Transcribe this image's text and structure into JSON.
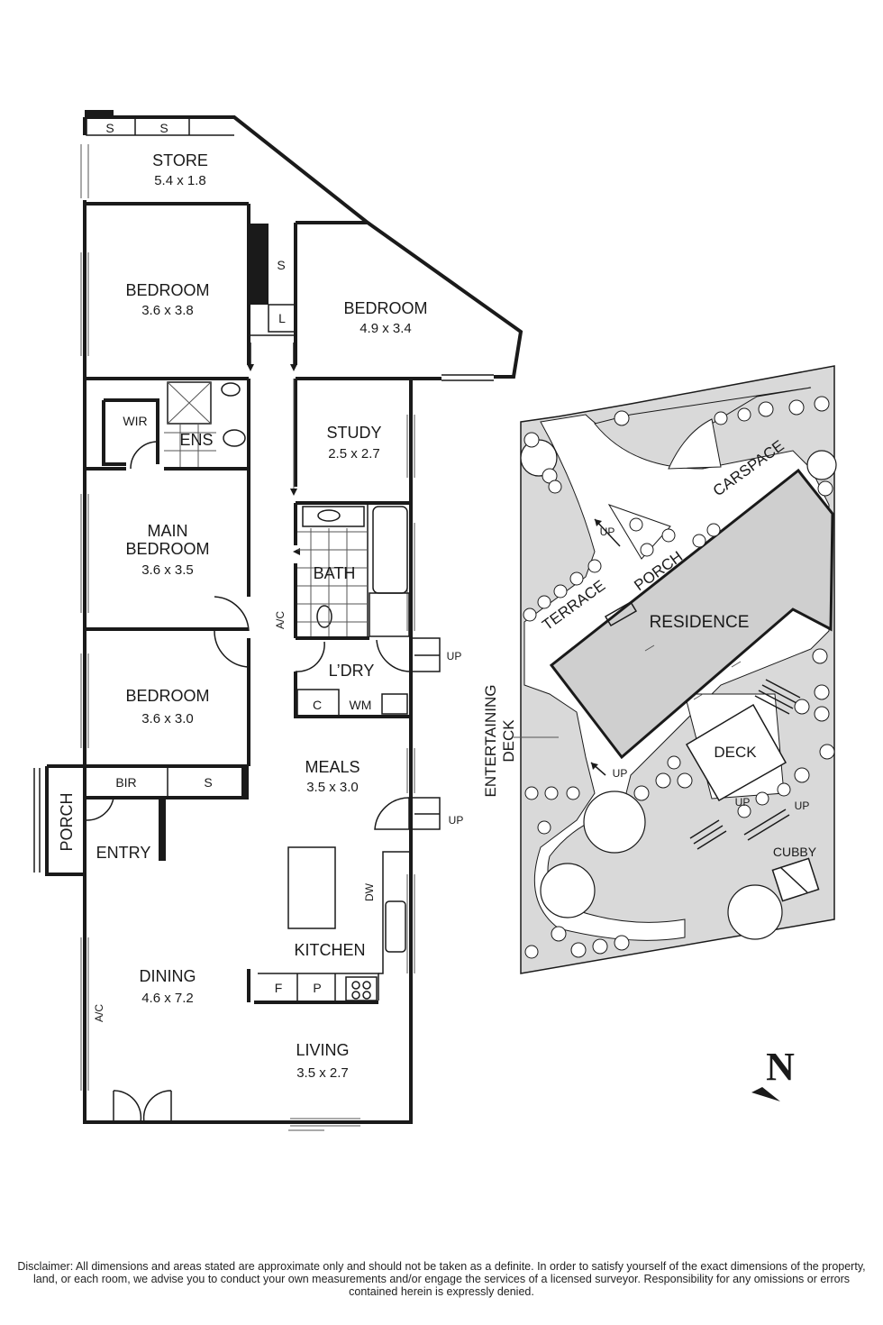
{
  "rooms": {
    "store": {
      "name": "STORE",
      "dims": "5.4 x 1.8"
    },
    "bedroom_nw": {
      "name": "BEDROOM",
      "dims": "3.6 x 3.8"
    },
    "bedroom_ne": {
      "name": "BEDROOM",
      "dims": "4.9 x 3.4"
    },
    "wir": {
      "name": "WIR"
    },
    "ens": {
      "name": "ENS"
    },
    "study": {
      "name": "STUDY",
      "dims": "2.5 x 2.7"
    },
    "main_bedroom": {
      "name_line1": "MAIN",
      "name_line2": "BEDROOM",
      "dims": "3.6 x 3.5"
    },
    "bath": {
      "name": "BATH"
    },
    "laundry": {
      "name": "L’DRY"
    },
    "bedroom_sw": {
      "name": "BEDROOM",
      "dims": "3.6 x 3.0"
    },
    "meals": {
      "name": "MEALS",
      "dims": "3.5 x 3.0"
    },
    "entry": {
      "name": "ENTRY"
    },
    "porch": {
      "name": "PORCH"
    },
    "kitchen": {
      "name": "KITCHEN"
    },
    "dining": {
      "name": "DINING",
      "dims": "4.6 x 7.2"
    },
    "living": {
      "name": "LIVING",
      "dims": "3.5 x 2.7"
    }
  },
  "fixtures": {
    "shelf_s": "S",
    "linen_l": "L",
    "ac": "A/C",
    "cupboard_c": "C",
    "washing_machine": "WM",
    "bir": "BIR",
    "dishwasher": "DW",
    "fridge": "F",
    "pantry": "P",
    "up": "UP"
  },
  "site": {
    "residence": "RESIDENCE",
    "carspace": "CARSPACE",
    "terrace": "TERRACE",
    "porch": "PORCH",
    "deck": "DECK",
    "cubby": "CUBBY",
    "entertaining_line1": "ENTERTAINING",
    "entertaining_line2": "DECK",
    "up": "UP"
  },
  "compass": {
    "label": "N"
  },
  "disclaimer": "Disclaimer: All dimensions and areas stated are approximate only and should not be taken as a definite. In order to satisfy yourself of the exact dimensions of the property, land, or each room, we advise you to conduct your own measurements and/or engage the services of a licensed surveyor. Responsibility for any omissions or errors contained herein is expressly denied.",
  "colors": {
    "wall": "#1a1a1a",
    "site_fill": "#d9d9d9",
    "residence_fill": "#cfcfcf"
  }
}
